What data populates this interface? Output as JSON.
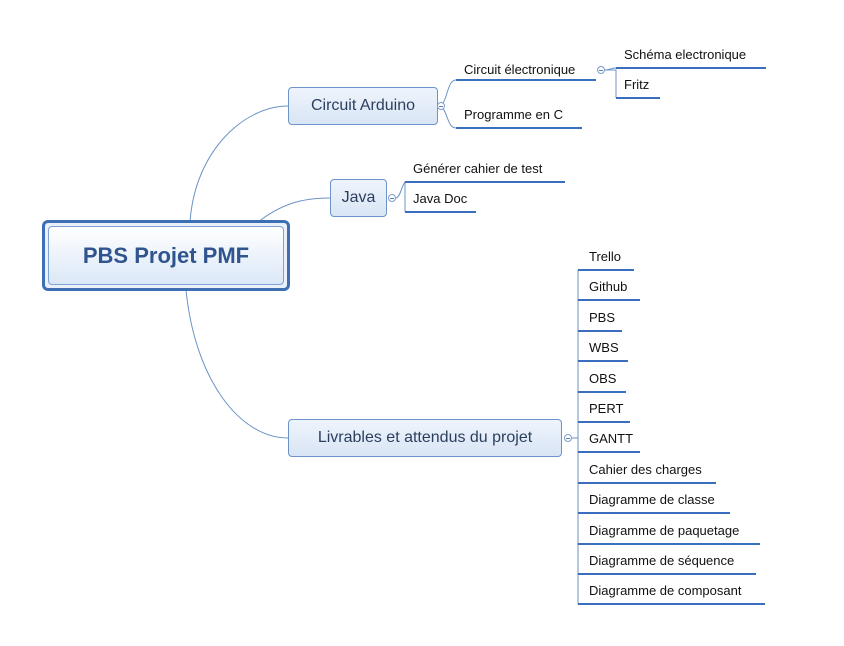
{
  "central_topic": "PBS Projet PMF",
  "branches": [
    {
      "label": "Circuit Arduino",
      "children": [
        {
          "label": "Circuit électronique",
          "children": [
            "Schéma electronique",
            "Fritz"
          ]
        },
        {
          "label": "Programme en C",
          "children": []
        }
      ]
    },
    {
      "label": "Java",
      "children": [
        {
          "label": "Générer cahier de test",
          "children": []
        },
        {
          "label": "Java Doc",
          "children": []
        }
      ]
    },
    {
      "label": "Livrables et attendus du projet",
      "children": [
        {
          "label": "Trello"
        },
        {
          "label": "Github"
        },
        {
          "label": "PBS"
        },
        {
          "label": "WBS"
        },
        {
          "label": "OBS"
        },
        {
          "label": "PERT"
        },
        {
          "label": "GANTT"
        },
        {
          "label": "Cahier des charges"
        },
        {
          "label": "Diagramme de classe"
        },
        {
          "label": "Diagramme de paquetage"
        },
        {
          "label": "Diagramme de séquence"
        },
        {
          "label": "Diagramme de composant"
        }
      ]
    }
  ],
  "colors": {
    "connector": "#6b93c6",
    "underline": "#3a6fc0",
    "topic_border": "#6d93c9",
    "central_border": "#3f6fb3"
  }
}
